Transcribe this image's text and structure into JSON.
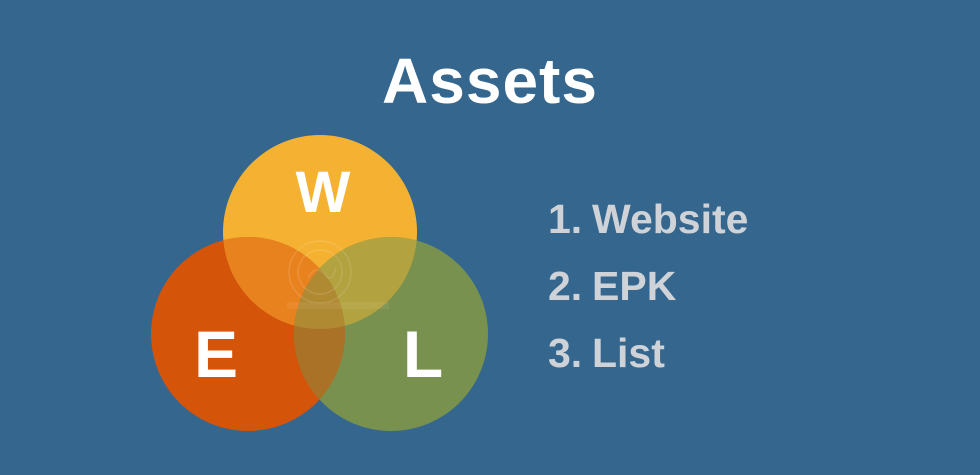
{
  "slide": {
    "background_color": "#35668E",
    "title": "Assets",
    "title_color": "#FFFFFF"
  },
  "venn": {
    "type": "venn-diagram",
    "letter_color": "#FFFFFF",
    "circles": [
      {
        "letter": "W",
        "color": "#F5B232",
        "position": "top"
      },
      {
        "letter": "E",
        "color": "#D4540A",
        "position": "bottom-left"
      },
      {
        "letter": "L",
        "color": "#79914F",
        "position": "bottom-right"
      }
    ],
    "overlaps": {
      "we": "#E8821E",
      "wl": "#B2A240",
      "el": "#AA7227",
      "wel": "#B08933"
    }
  },
  "list": {
    "text_color": "#CFD3D7",
    "items": [
      {
        "number": "1.",
        "label": "Website"
      },
      {
        "number": "2.",
        "label": "EPK"
      },
      {
        "number": "3.",
        "label": "List"
      }
    ]
  }
}
